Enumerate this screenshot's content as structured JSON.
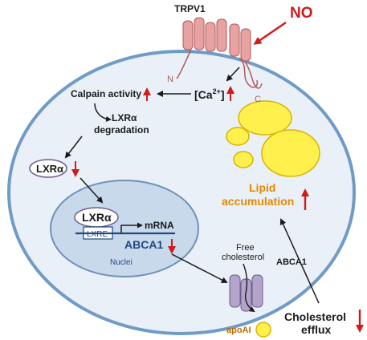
{
  "labels": {
    "trpv1": "TRPV1",
    "no": "NO",
    "n_terminus": "N",
    "c_terminus": "C",
    "calpain": "Calpain activity",
    "calcium_prefix": "[Ca",
    "calcium_sup": "2+",
    "calcium_suffix": "]",
    "lxr_degradation_1": "LXRα",
    "lxr_degradation_2": "degradation",
    "lxr_cyto": "LXRα",
    "lxr_nuc": "LXRα",
    "mrna": "mRNA",
    "lxre": "LXRE",
    "abca1_nuc": "ABCA1",
    "nuclei": "Nuclei",
    "free_cholesterol_1": "Free",
    "free_cholesterol_2": "cholesterol",
    "abca1_membrane": "ABCA1",
    "apoai": "apoAI",
    "lipid_1": "Lipid",
    "lipid_2": "accumulation",
    "efflux_1": "Cholesterol",
    "efflux_2": "efflux"
  },
  "colors": {
    "membrane": "#6f9bc6",
    "membrane_fill": "#e9f0f8",
    "nucleus_fill": "#c8d9ec",
    "nucleus_stroke": "#6f90b8",
    "trpv1_fill": "#e8a2a2",
    "trpv1_stroke": "#b25a5a",
    "abca1_fill": "#b3a4cc",
    "abca1_stroke": "#6e5c8c",
    "lipid_fill": "#fff04d",
    "lipid_stroke": "#d8b400",
    "lipid_text": "#e68a00",
    "red_arrow": "#d11a1a",
    "dark_text": "#1a1a1a",
    "nuc_text": "#1f4a80",
    "apoai_text": "#b96a00"
  },
  "icons": {
    "up": "up-arrow-icon",
    "down": "down-arrow-icon"
  }
}
